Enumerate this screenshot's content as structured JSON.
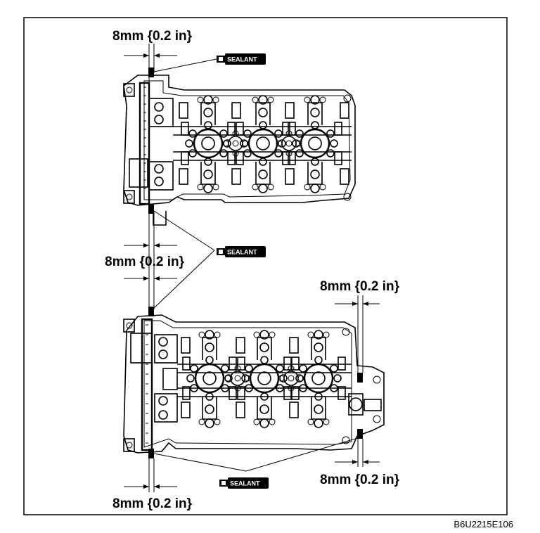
{
  "diagram": {
    "dimension_labels": {
      "top_edge": "8mm {0.2 in}",
      "middle_left": "8mm {0.2 in}",
      "right_upper": "8mm {0.2 in}",
      "right_lower": "8mm {0.2 in}",
      "bottom_left": "8mm {0.2 in}"
    },
    "sealant_labels": {
      "top": "SEALANT",
      "middle": "SEALANT",
      "bottom": "SEALANT"
    },
    "figure_code": "B6U2215E106",
    "colors": {
      "line": "#000000",
      "background": "#ffffff",
      "tube_fill": "#000000",
      "tube_text": "#ffffff"
    }
  }
}
